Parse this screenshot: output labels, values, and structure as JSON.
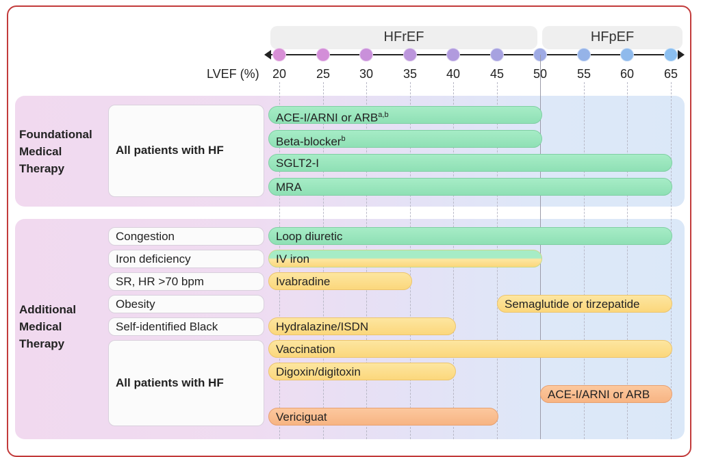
{
  "header": {
    "hfref": "HFrEF",
    "hfpef": "HFpEF",
    "lvef_label": "LVEF (%)",
    "ticks": [
      "20",
      "25",
      "30",
      "35",
      "40",
      "45",
      "50",
      "55",
      "60",
      "65"
    ]
  },
  "foundational": {
    "label_line1": "Foundational",
    "label_line2": "Medical",
    "label_line3": "Therapy",
    "group_label": "All patients with HF",
    "bars": {
      "acei": "ACE-I/ARNI or ARB",
      "acei_sup": "a,b",
      "beta": "Beta-blocker",
      "beta_sup": "b",
      "sglt2": "SGLT2-I",
      "mra": "MRA"
    }
  },
  "additional": {
    "label_line1": "Additional",
    "label_line2": "Medical",
    "label_line3": "Therapy",
    "conditions": {
      "congestion": "Congestion",
      "iron": "Iron deficiency",
      "sr": "SR, HR >70 bpm",
      "obesity": "Obesity",
      "black": "Self-identified Black",
      "all": "All patients with HF"
    },
    "bars": {
      "loop": "Loop diuretic",
      "iv_iron": "IV iron",
      "ivabradine": "Ivabradine",
      "semaglutide": "Semaglutide or tirzepatide",
      "hydralazine": "Hydralazine/ISDN",
      "vaccination": "Vaccination",
      "digoxin": "Digoxin/digitoxin",
      "acei_pef": "ACE-I/ARNI or ARB",
      "vericiguat": "Vericiguat"
    }
  },
  "colors": {
    "foundational_bar": "#a6ecc6",
    "additional_bar": "#fbd77c",
    "orange_bar": "#f7b483",
    "frame": "#c23a3a"
  }
}
